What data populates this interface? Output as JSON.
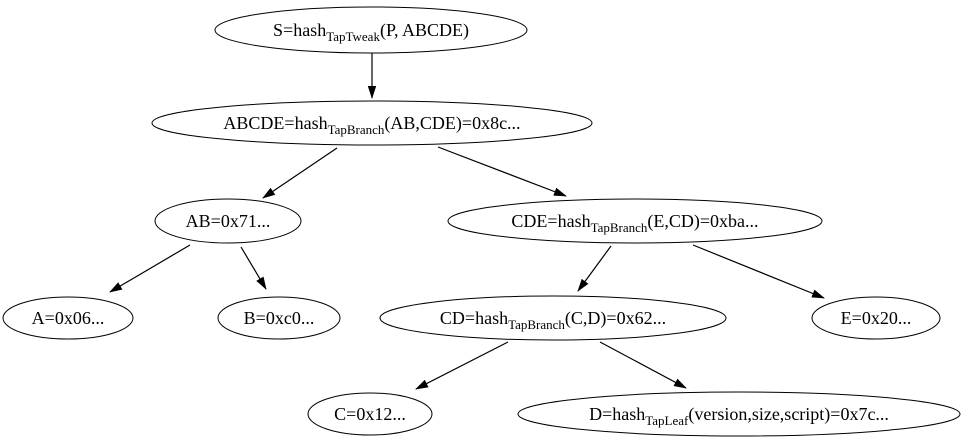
{
  "diagram": {
    "type": "tree-graph",
    "description_of_content": "Taproot Merkle tree hash diagram with ellipse nodes and arrow edges",
    "colors": {
      "background": "#ffffff",
      "node_fill": "#ffffff",
      "node_stroke": "#000000",
      "edge_stroke": "#000000",
      "text": "#000000"
    },
    "nodes": {
      "s": {
        "prefix": "S=hash",
        "sub": "TapTweak",
        "suffix": "(P, ABCDE)"
      },
      "abcde": {
        "prefix": "ABCDE=hash",
        "sub": "TapBranch",
        "suffix": "(AB,CDE)=0x8c..."
      },
      "ab": {
        "prefix": "AB=0x71...",
        "sub": "",
        "suffix": ""
      },
      "cde": {
        "prefix": "CDE=hash",
        "sub": "TapBranch",
        "suffix": "(E,CD)=0xba..."
      },
      "a": {
        "prefix": "A=0x06...",
        "sub": "",
        "suffix": ""
      },
      "b": {
        "prefix": "B=0xc0...",
        "sub": "",
        "suffix": ""
      },
      "cd": {
        "prefix": "CD=hash",
        "sub": "TapBranch",
        "suffix": "(C,D)=0x62..."
      },
      "e": {
        "prefix": "E=0x20...",
        "sub": "",
        "suffix": ""
      },
      "c": {
        "prefix": "C=0x12...",
        "sub": "",
        "suffix": ""
      },
      "d": {
        "prefix": "D=hash",
        "sub": "TapLeaf",
        "suffix": "(version,size,script)=0x7c..."
      }
    },
    "edges": [
      {
        "from": "S",
        "to": "ABCDE"
      },
      {
        "from": "ABCDE",
        "to": "AB"
      },
      {
        "from": "ABCDE",
        "to": "CDE"
      },
      {
        "from": "AB",
        "to": "A"
      },
      {
        "from": "AB",
        "to": "B"
      },
      {
        "from": "CDE",
        "to": "CD"
      },
      {
        "from": "CDE",
        "to": "E"
      },
      {
        "from": "CD",
        "to": "C"
      },
      {
        "from": "CD",
        "to": "D"
      }
    ]
  }
}
